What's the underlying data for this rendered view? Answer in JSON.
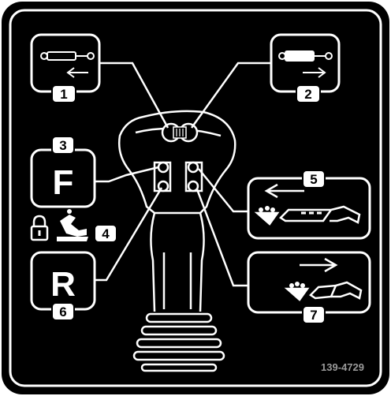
{
  "decal": {
    "part_number": "139-4729",
    "background_color": "#000000",
    "line_color": "#ffffff"
  },
  "callouts": {
    "c1": "1",
    "c2": "2",
    "c3": "3",
    "c4": "4",
    "c5": "5",
    "c6": "6",
    "c7": "7"
  },
  "labels": {
    "forward": "F",
    "reverse": "R"
  },
  "icons": [
    "cylinder-retract-icon",
    "cylinder-extend-icon",
    "lock-icon",
    "seat-occupied-icon",
    "bucket-conveyor-reverse-icon",
    "bucket-conveyor-forward-icon",
    "joystick-icon"
  ]
}
